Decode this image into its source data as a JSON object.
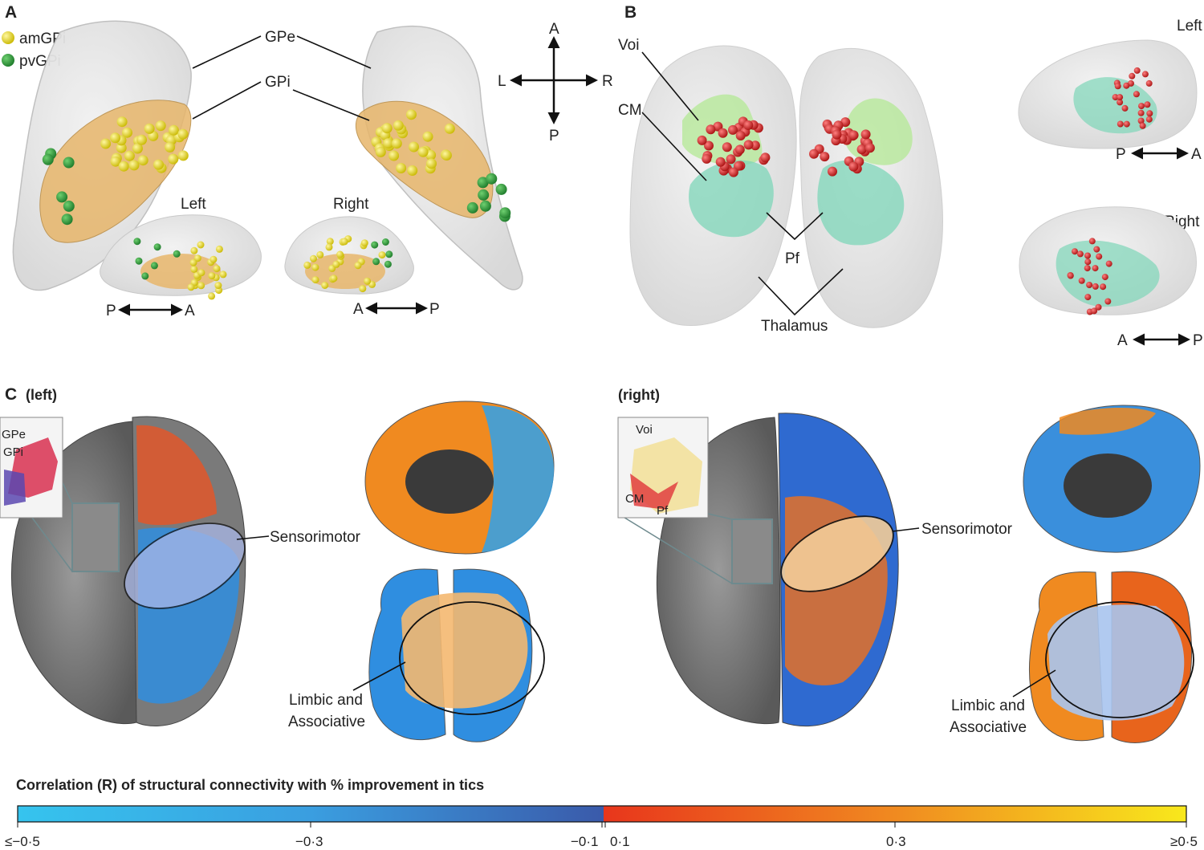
{
  "panel_a": {
    "letter": "A",
    "legend": [
      {
        "label": "amGPi",
        "color": "#e8dc1c"
      },
      {
        "label": "pvGPi",
        "color": "#2e9e3c"
      }
    ],
    "gpe_label": "GPe",
    "gpi_label": "GPi",
    "inset_left": "Left",
    "inset_right": "Right",
    "compass": {
      "up": "A",
      "down": "P",
      "left": "L",
      "right": "R"
    },
    "axis_left": {
      "from": "P",
      "to": "A"
    },
    "axis_right": {
      "from": "A",
      "to": "P"
    }
  },
  "panel_b": {
    "letter": "B",
    "voi_label": "Voi",
    "cm_label": "CM",
    "pf_label": "Pf",
    "thalamus_label": "Thalamus",
    "inset_left": "Left",
    "inset_right": "Right",
    "axis_left": {
      "from": "P",
      "to": "A"
    },
    "axis_right": {
      "from": "A",
      "to": "P"
    },
    "dot_color": "#d42a2a"
  },
  "panel_c": {
    "letter": "C",
    "left_title": "(left)",
    "right_title": "(right)",
    "left_inset_labels": [
      "GPe",
      "GPi"
    ],
    "right_inset_labels": [
      "Voi",
      "CM",
      "Pf"
    ],
    "sensorimotor_label": "Sensorimotor",
    "limbic_label_1": "Limbic and",
    "limbic_label_2": "Associative"
  },
  "colorbar": {
    "title": "Correlation (R) of structural connectivity with % improvement in tics",
    "ticks": [
      "≤−0·5",
      "−0·3",
      "−0·1",
      "0·1",
      "0·3",
      "≥0·5"
    ],
    "negative_colors": [
      "#36c4ee",
      "#3a9ee0",
      "#3a5aaa"
    ],
    "positive_colors": [
      "#e8361c",
      "#f08a20",
      "#f8e81c"
    ]
  }
}
